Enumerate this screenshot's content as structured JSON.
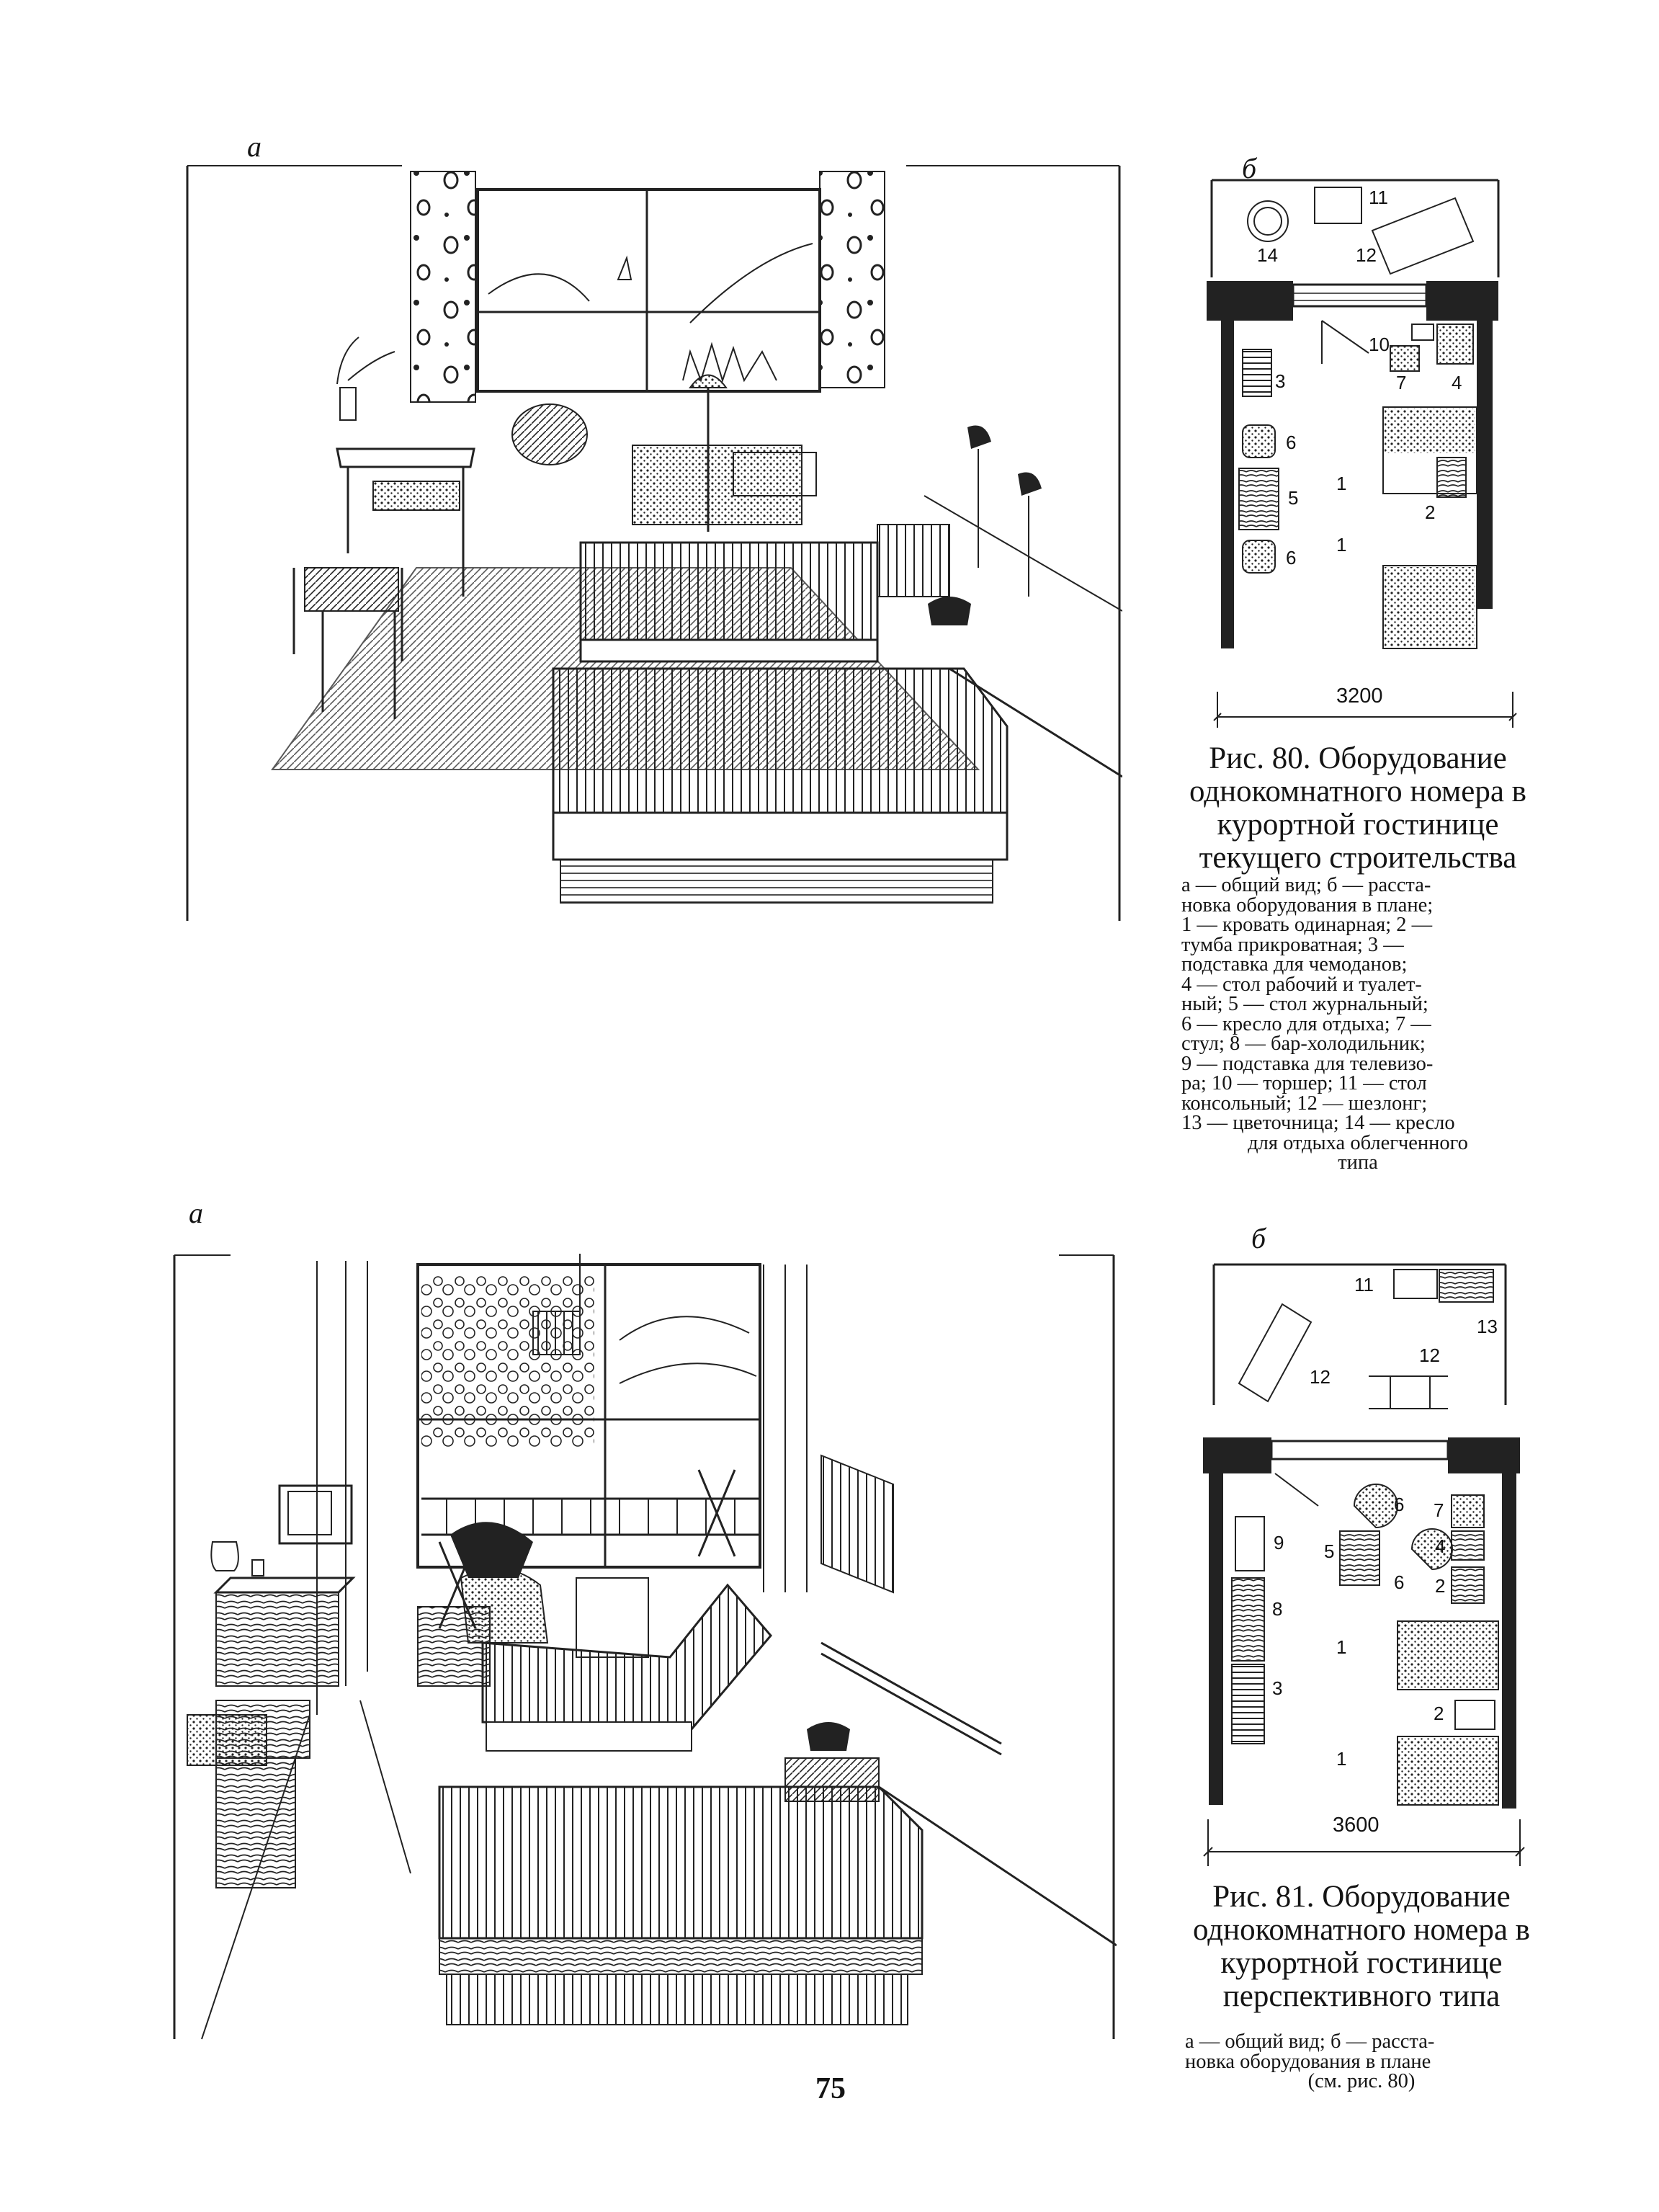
{
  "page_number": "75",
  "figure_80": {
    "label_a": "а",
    "label_b": "б",
    "dimension": "3200",
    "caption_title": "Рис. 80. Оборудование однокомнатного номера в курортной гостинице текущего строительства",
    "caption_lines": [
      "а — общий вид; б — расста-",
      "новка оборудования в плане;",
      "1 — кровать одинарная; 2 —",
      "тумба прикроватная; 3 —",
      "подставка для чемоданов;",
      "4 — стол рабочий и туалет-",
      "ный; 5 — стол журнальный;",
      "6 — кресло для отдыха; 7 —",
      "стул; 8 — бар-холодильник;",
      "9 — подставка для телевизо-",
      "ра; 10 — торшер; 11 — стол",
      "консольный; 12 — шезлонг;",
      "13 — цветочница; 14 — кресло",
      "для отдыха облегченного",
      "типа"
    ],
    "plan_labels": [
      "11",
      "14",
      "12",
      "10",
      "3",
      "7",
      "4",
      "6",
      "5",
      "1",
      "2",
      "6",
      "1"
    ]
  },
  "figure_81": {
    "label_a": "а",
    "label_b": "б",
    "dimension": "3600",
    "caption_title": "Рис. 81. Оборудование однокомнатного номера в курортной гостинице перспективного типа",
    "caption_lines": [
      "а — общий вид; б — расста-",
      "новка оборудования в плане",
      "(см. рис. 80)"
    ],
    "plan_labels": [
      "11",
      "13",
      "12",
      "12",
      "6",
      "7",
      "9",
      "5",
      "4",
      "6",
      "2",
      "8",
      "1",
      "3",
      "2",
      "1"
    ]
  }
}
